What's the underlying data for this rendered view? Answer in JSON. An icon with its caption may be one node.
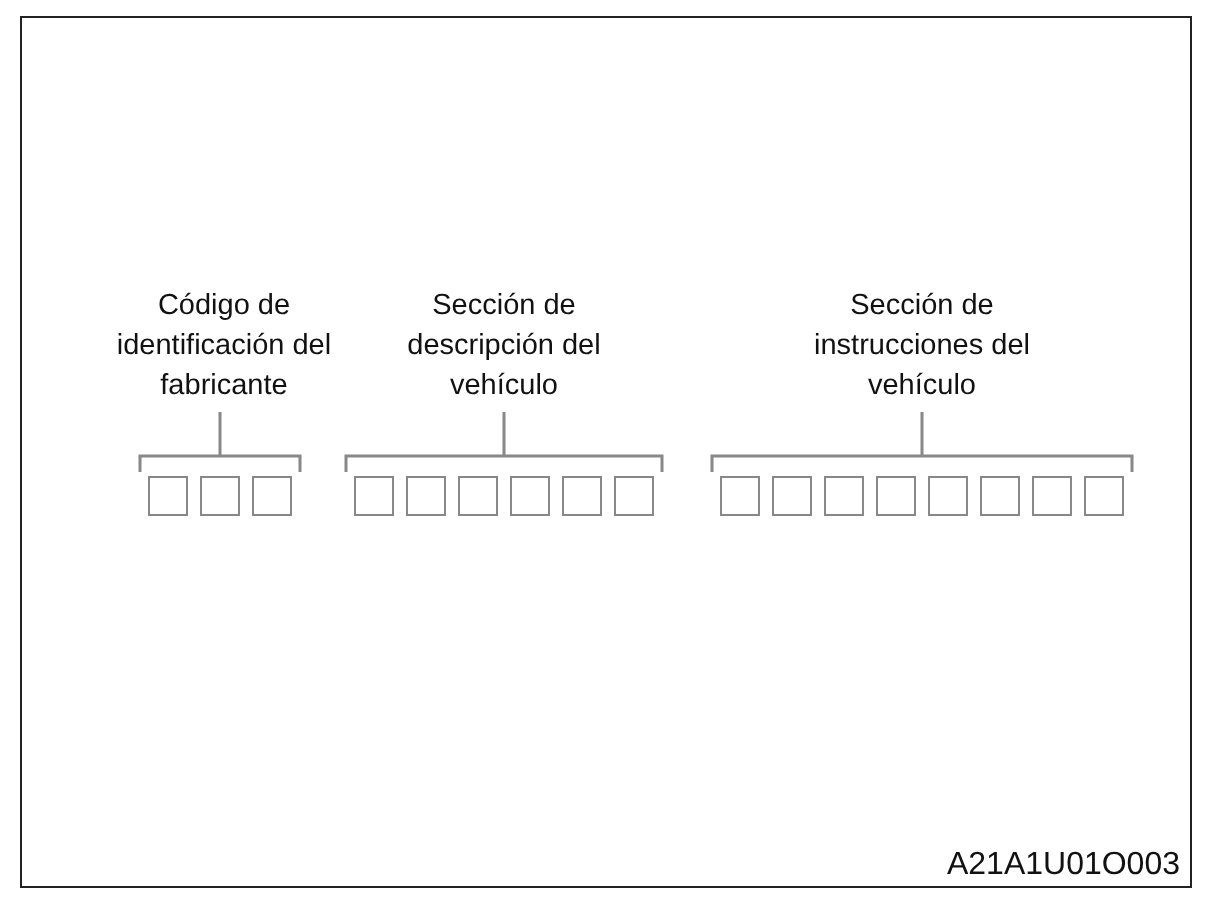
{
  "diagram": {
    "nodes": [
      {
        "text": [
          "Código de identificación del fabricante"
        ]
      },
      {
        "text": [
          "Sección de descripción del vehículo"
        ]
      },
      {
        "text": [
          "Sección de instrucciones del vehículo"
        ]
      },
      {
        "text": [],
        "shape": "box"
      },
      {
        "text": [],
        "shape": "box"
      },
      {
        "text": [],
        "shape": "box"
      },
      {
        "text": [],
        "shape": "box"
      },
      {
        "text": [],
        "shape": "box"
      },
      {
        "text": [],
        "shape": "box"
      },
      {
        "text": [],
        "shape": "box"
      },
      {
        "text": [],
        "shape": "box"
      },
      {
        "text": [],
        "shape": "box"
      },
      {
        "text": [],
        "shape": "box"
      },
      {
        "text": [],
        "shape": "box"
      },
      {
        "text": [],
        "shape": "box"
      },
      {
        "text": [],
        "shape": "box"
      },
      {
        "text": [],
        "shape": "box"
      },
      {
        "text": [],
        "shape": "box"
      },
      {
        "text": [],
        "shape": "box"
      },
      {
        "text": [],
        "shape": "box"
      }
    ],
    "labels": [
      "A21A1U01O003"
    ]
  }
}
